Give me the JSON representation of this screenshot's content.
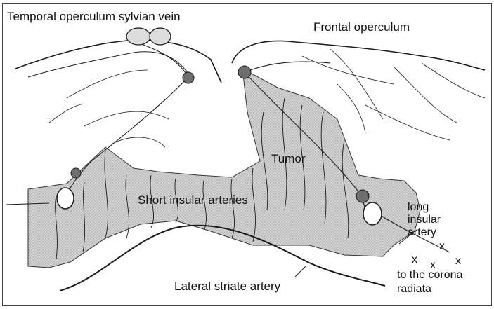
{
  "labels": {
    "temporal": "Temporal operculum sylvian vein",
    "frontal": "Frontal operculum",
    "tumor": "Tumor",
    "short_insular": "Short insular arteries",
    "long_insular_1": "long",
    "long_insular_2": "insular",
    "long_insular_3": "artery",
    "corona_1": "to the corona",
    "corona_2": "radiata",
    "lateral_striate": "Lateral striate artery",
    "marker_x": "x"
  },
  "colors": {
    "tumor_fill": "#c9c9c9",
    "line": "#1a1a1a",
    "vessel_dot": "#6e6e6e",
    "vein_fill": "#dcdcdc"
  }
}
